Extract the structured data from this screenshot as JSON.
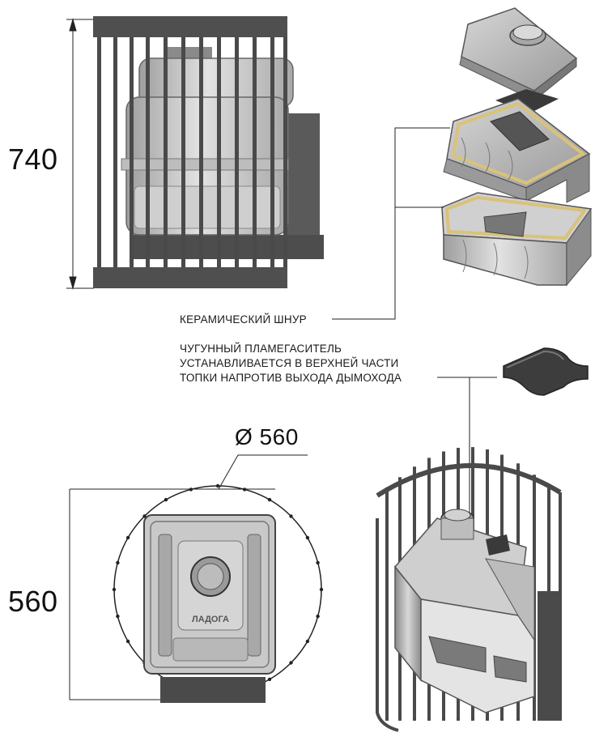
{
  "dimensions": {
    "height_label": "740",
    "width_label": "560",
    "diameter_label": "Ø 560"
  },
  "callouts": {
    "ceramic_cord": "КЕРАМИЧЕСКИЙ ШНУР",
    "flame_arrester_lines": [
      "ЧУГУННЫЙ ПЛАМЕГАСИТЕЛЬ",
      "УСТАНАВЛИВАЕТСЯ В ВЕРХНЕЙ ЧАСТИ",
      "ТОПКИ НАПРОТИВ ВЫХОДА ДЫМОХОДА"
    ]
  },
  "stove_emblem": "ЛАДОГА",
  "colors": {
    "grid": "#4a4a4a",
    "body": "#c9c9c9",
    "cord": "#d9c27a"
  }
}
